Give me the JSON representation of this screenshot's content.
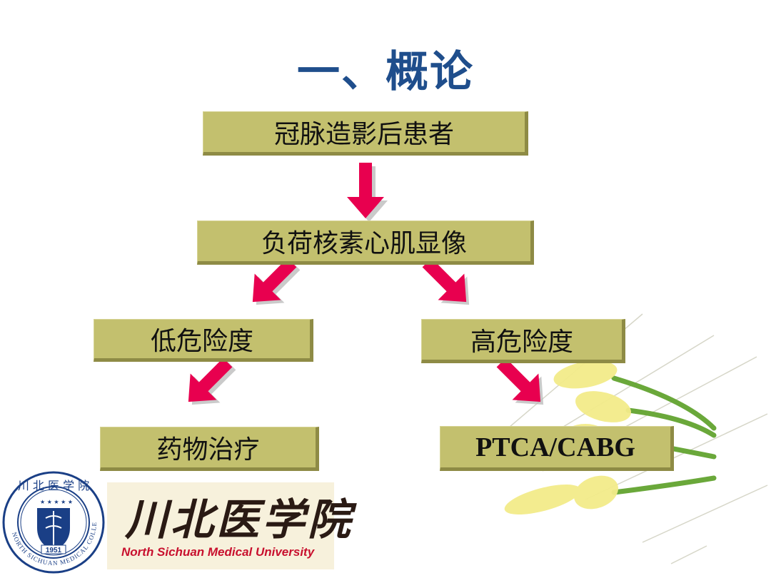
{
  "title": "一、概论",
  "nodes": {
    "start": "冠脉造影后患者",
    "imaging": "负荷核素心肌显像",
    "low_risk": "低危险度",
    "high_risk": "高危险度",
    "low_treatment": "药物治疗",
    "high_treatment": "PTCA/CABG"
  },
  "logo": {
    "seal_year": "1951",
    "seal_ring_text": "NORTH SICHUAN MEDICAL COLLEGE",
    "calligraphy": "川北医学院",
    "english_name": "North Sichuan Medical University"
  },
  "colors": {
    "title": "#1f4e8c",
    "box_fill": "#c3c06e",
    "arrow": "#e8004f",
    "arrow_shadow": "#b4b4b4",
    "logo_text": "#c8102e"
  }
}
